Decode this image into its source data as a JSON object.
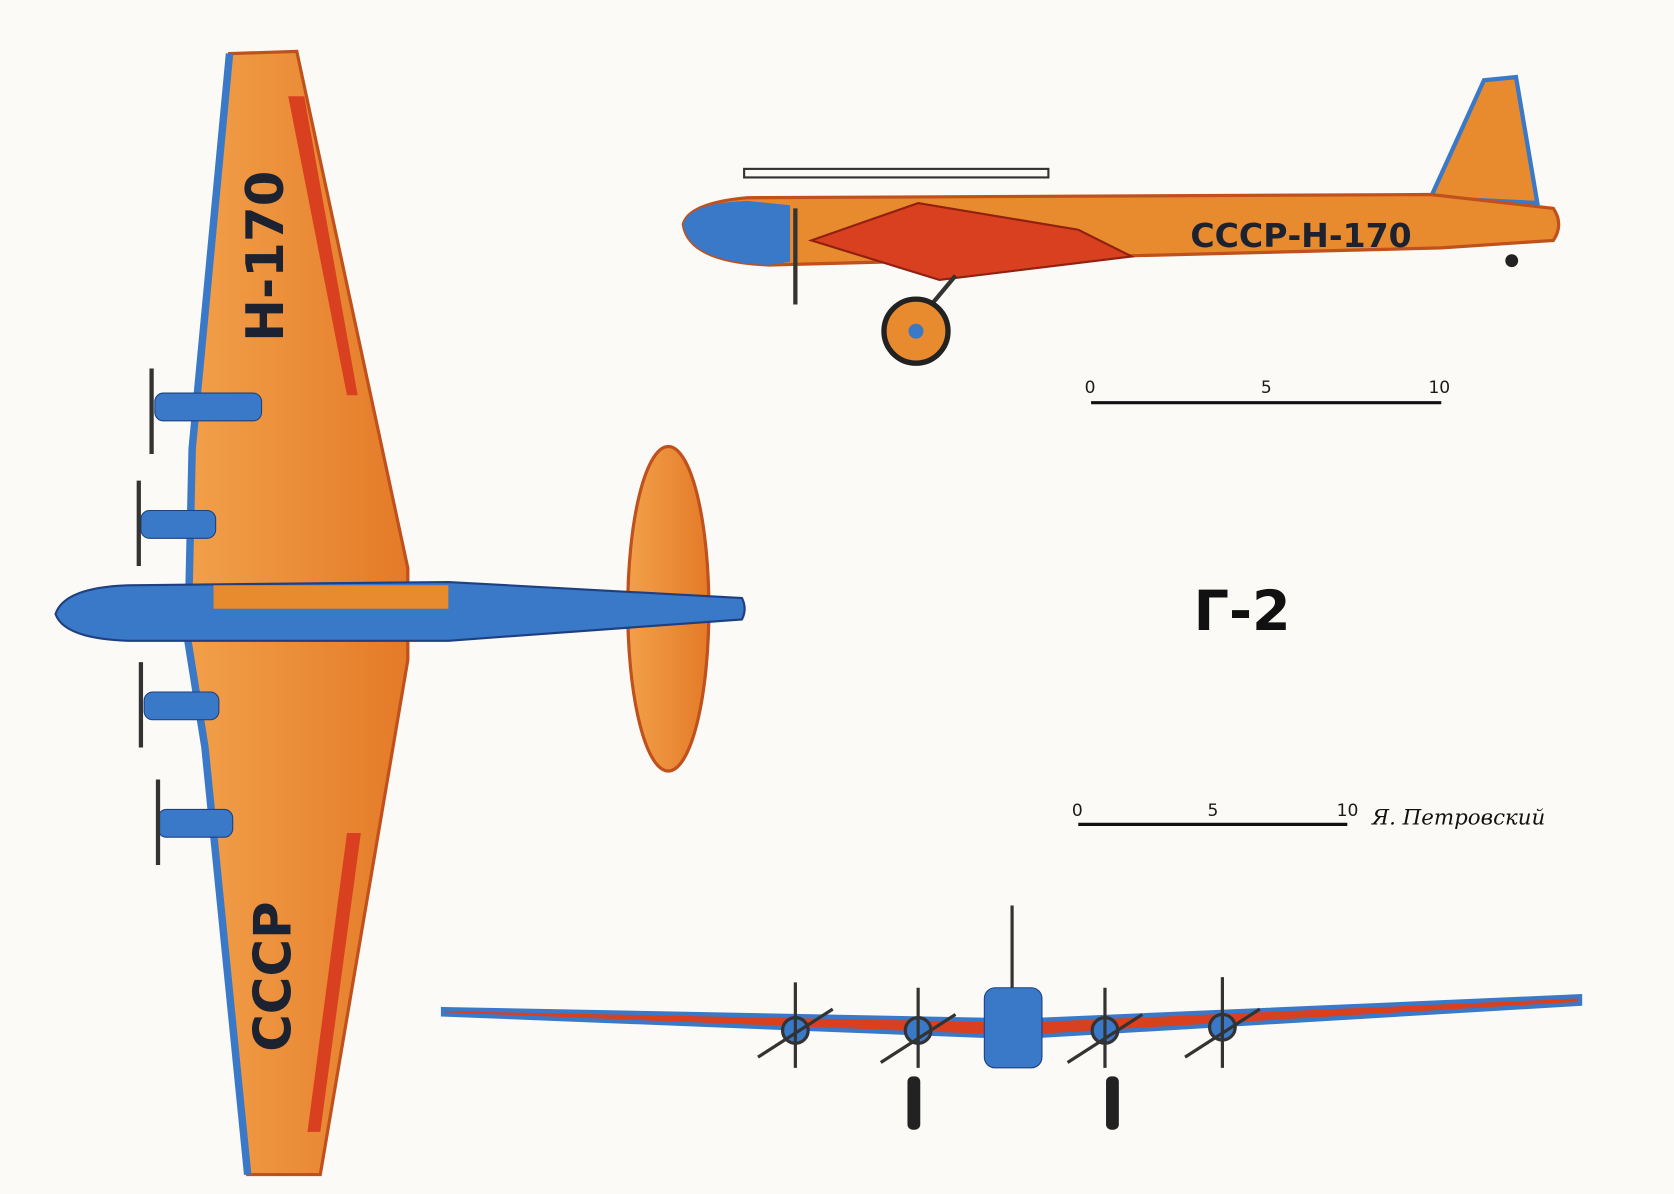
{
  "title": "Г-2",
  "top_view": {
    "wing_upper_marking": "Н-170",
    "wing_lower_marking": "СССР"
  },
  "side_view": {
    "registration": "СССР-Н-170"
  },
  "scale_bars": [
    {
      "labels": [
        "0",
        "5",
        "10"
      ]
    },
    {
      "labels": [
        "0",
        "5",
        "10"
      ]
    }
  ],
  "signature": "Я. Петровский",
  "colors": {
    "orange": "#e88a2e",
    "red": "#d8401f",
    "blue": "#3a78c8",
    "paper": "#fbfaf6"
  }
}
